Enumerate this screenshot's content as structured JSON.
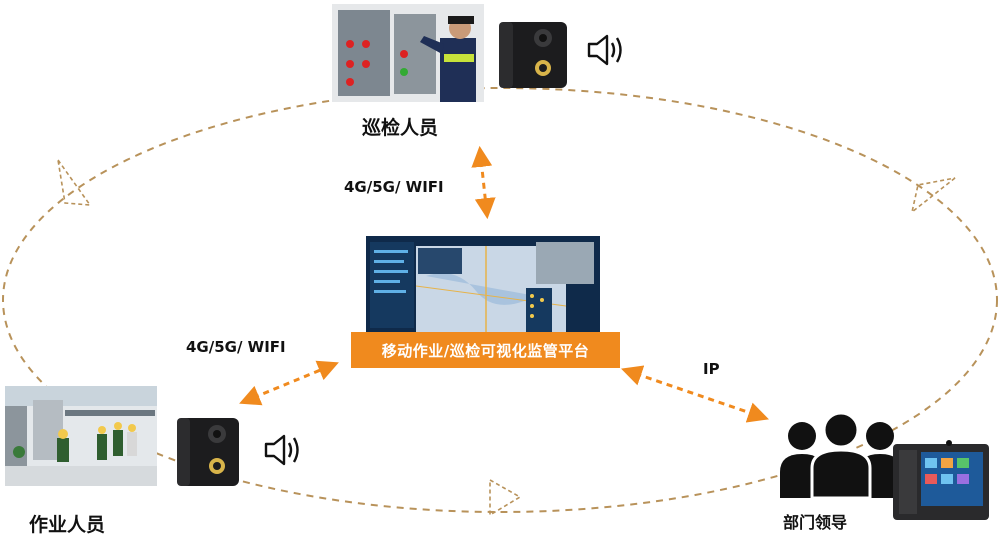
{
  "nodes": {
    "inspector": {
      "label": "巡检人员"
    },
    "worker": {
      "label": "作业人员"
    },
    "leader": {
      "label": "部门领导"
    },
    "platform": {
      "label": "移动作业/巡检可视化监管平台"
    }
  },
  "links": {
    "inspector_platform": "4G/5G/ WIFI",
    "worker_platform": "4G/5G/ WIFI",
    "platform_leader": "IP"
  },
  "colors": {
    "ellipse": "#b8925a",
    "arrow": "#f08a1e",
    "platform_bar": "#f08a1e"
  }
}
